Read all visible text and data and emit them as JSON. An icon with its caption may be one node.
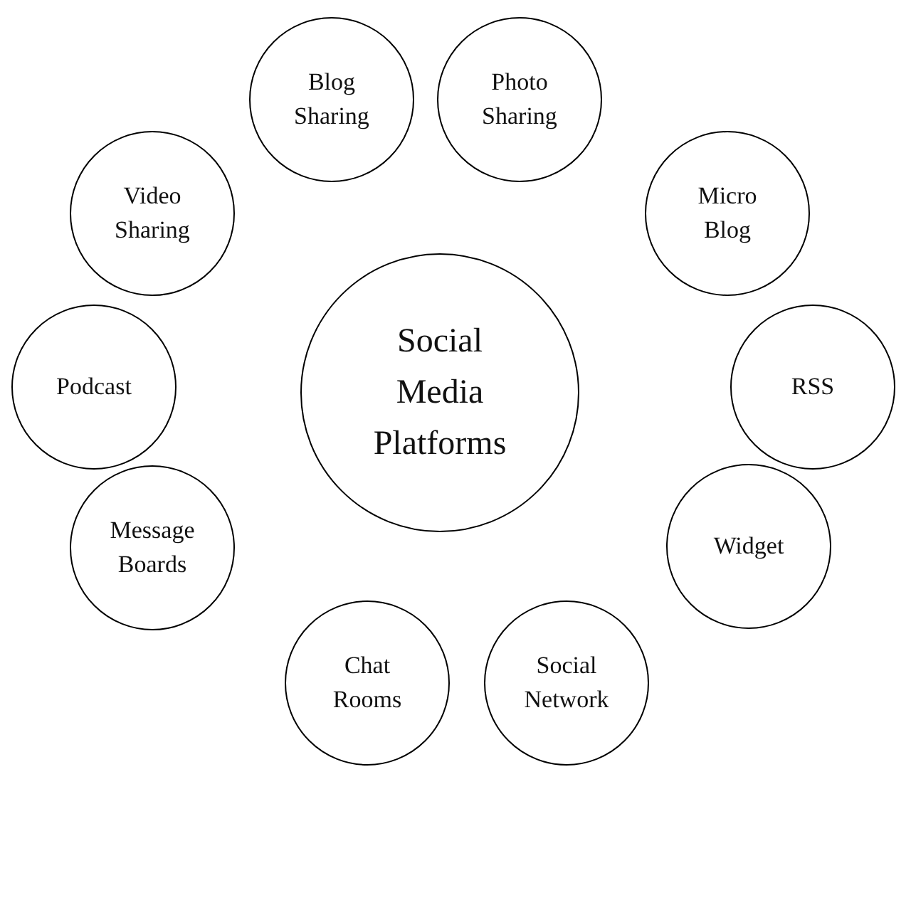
{
  "diagram": {
    "nodes": [
      {
        "text": [
          "Blog Sharing"
        ]
      },
      {
        "text": [
          "Photo Sharing"
        ]
      },
      {
        "text": [
          "Video Sharing"
        ]
      },
      {
        "text": [
          "Micro Blog"
        ]
      },
      {
        "text": [
          "Social Media Platforms"
        ]
      },
      {
        "text": [
          "Podcast"
        ]
      },
      {
        "text": [
          "RSS"
        ]
      },
      {
        "text": [
          "Message Boards"
        ]
      },
      {
        "text": [
          "Widget"
        ]
      },
      {
        "text": [
          "Chat Rooms"
        ]
      },
      {
        "text": [
          "Social Network"
        ]
      }
    ]
  }
}
